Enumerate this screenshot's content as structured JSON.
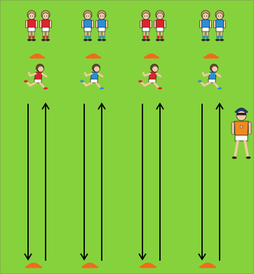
{
  "colors": {
    "pitch": "#86d23c",
    "pitch_border": "#7fb24a",
    "cone": "#f26a1b",
    "team_a": "#e0242b",
    "team_b": "#2b8fd6",
    "arrow": "#000000"
  },
  "lanes": [
    {
      "team": "red"
    },
    {
      "team": "blue"
    },
    {
      "team": "red"
    },
    {
      "team": "blue"
    }
  ],
  "icons": {
    "waiting_players": "waiting-players-icon",
    "runner": "runner-icon",
    "cone": "cone-icon",
    "coach": "coach-icon",
    "arrow_down": "arrow-down-icon",
    "arrow_up": "arrow-up-icon"
  }
}
